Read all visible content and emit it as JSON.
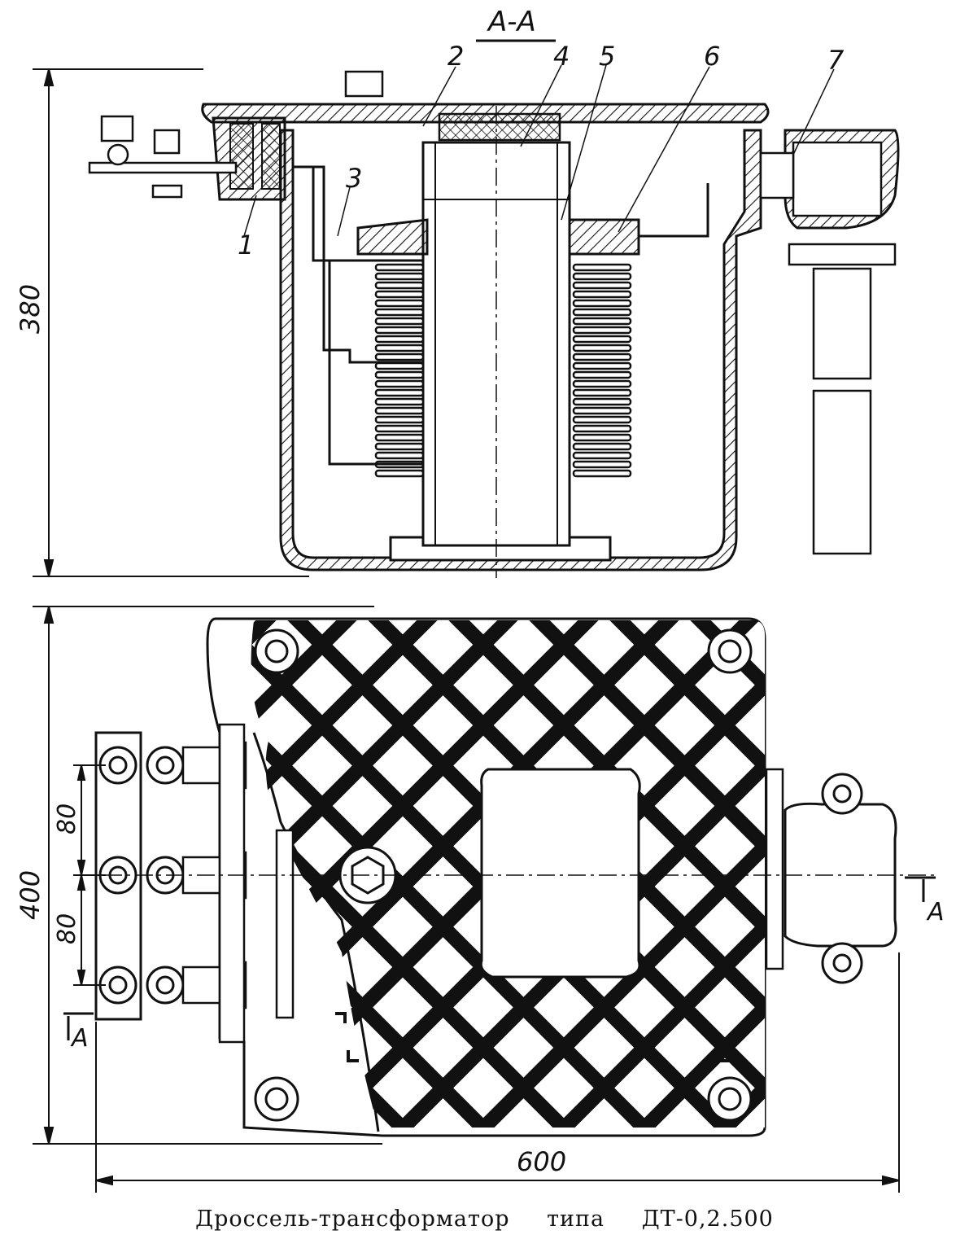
{
  "section_label": "А-А",
  "callouts": [
    "1",
    "2",
    "3",
    "4",
    "5",
    "6",
    "7"
  ],
  "dimensions": {
    "height_section": "380",
    "height_plan": "400",
    "width_plan": "600",
    "pitch_1": "80",
    "pitch_2": "80"
  },
  "section_markers": [
    "А",
    "А"
  ],
  "caption": {
    "name": "Дроссель-трансформатор",
    "word": "типа",
    "model": "ДТ-0,2.500"
  },
  "colors": {
    "ink": "#111111",
    "paper": "#ffffff"
  }
}
